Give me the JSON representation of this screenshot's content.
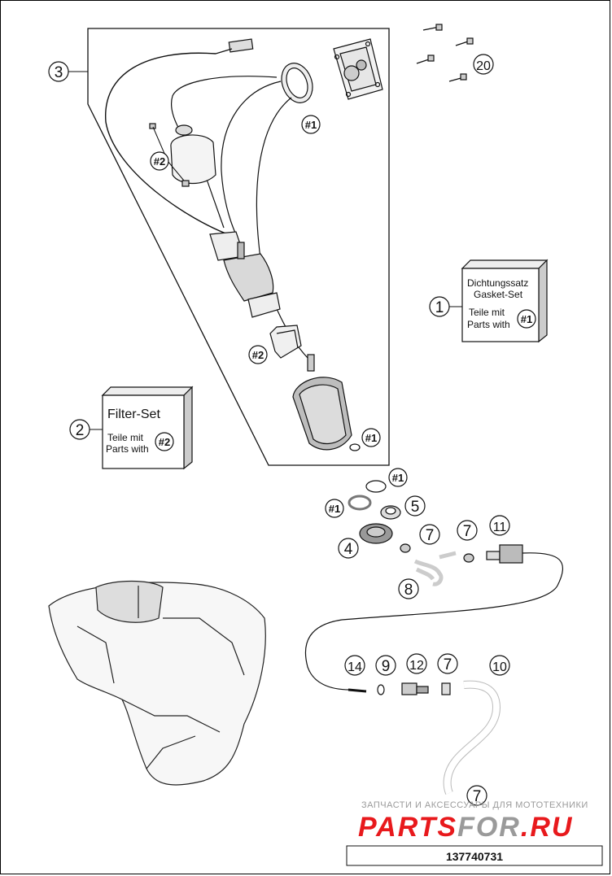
{
  "callouts": {
    "c1": "1",
    "c2": "2",
    "c3": "3",
    "c4": "4",
    "c5": "5",
    "c7a": "7",
    "c7b": "7",
    "c7c": "7",
    "c7d": "7",
    "c8": "8",
    "c9": "9",
    "c10": "10",
    "c11": "11",
    "c12": "12",
    "c14": "14",
    "c20": "20"
  },
  "refs": {
    "r1_top": "#1",
    "r2_a": "#2",
    "r2_b": "#2",
    "r1_pump": "#1",
    "r1_mid1": "#1",
    "r1_mid2": "#1",
    "r1_box": "#1",
    "r2_box": "#2"
  },
  "gasket_box": {
    "line1": "Dichtungssatz",
    "line2": "Gasket-Set",
    "line3": "Teile mit",
    "line4": "Parts with"
  },
  "filter_box": {
    "title": "Filter-Set",
    "line1": "Teile mit",
    "line2": "Parts with"
  },
  "watermark": {
    "tagline": "ЗАПЧАСТИ И АКСЕССУАРЫ ДЛЯ МОТОТЕХНИКИ",
    "brand_part1": "PARTS",
    "brand_part2": "FOR",
    "brand_part3": ".RU",
    "brand_color": "#e8191c",
    "brand_alt_color": "#9a9a9a"
  },
  "footer": {
    "diagram_id": "137740731"
  }
}
